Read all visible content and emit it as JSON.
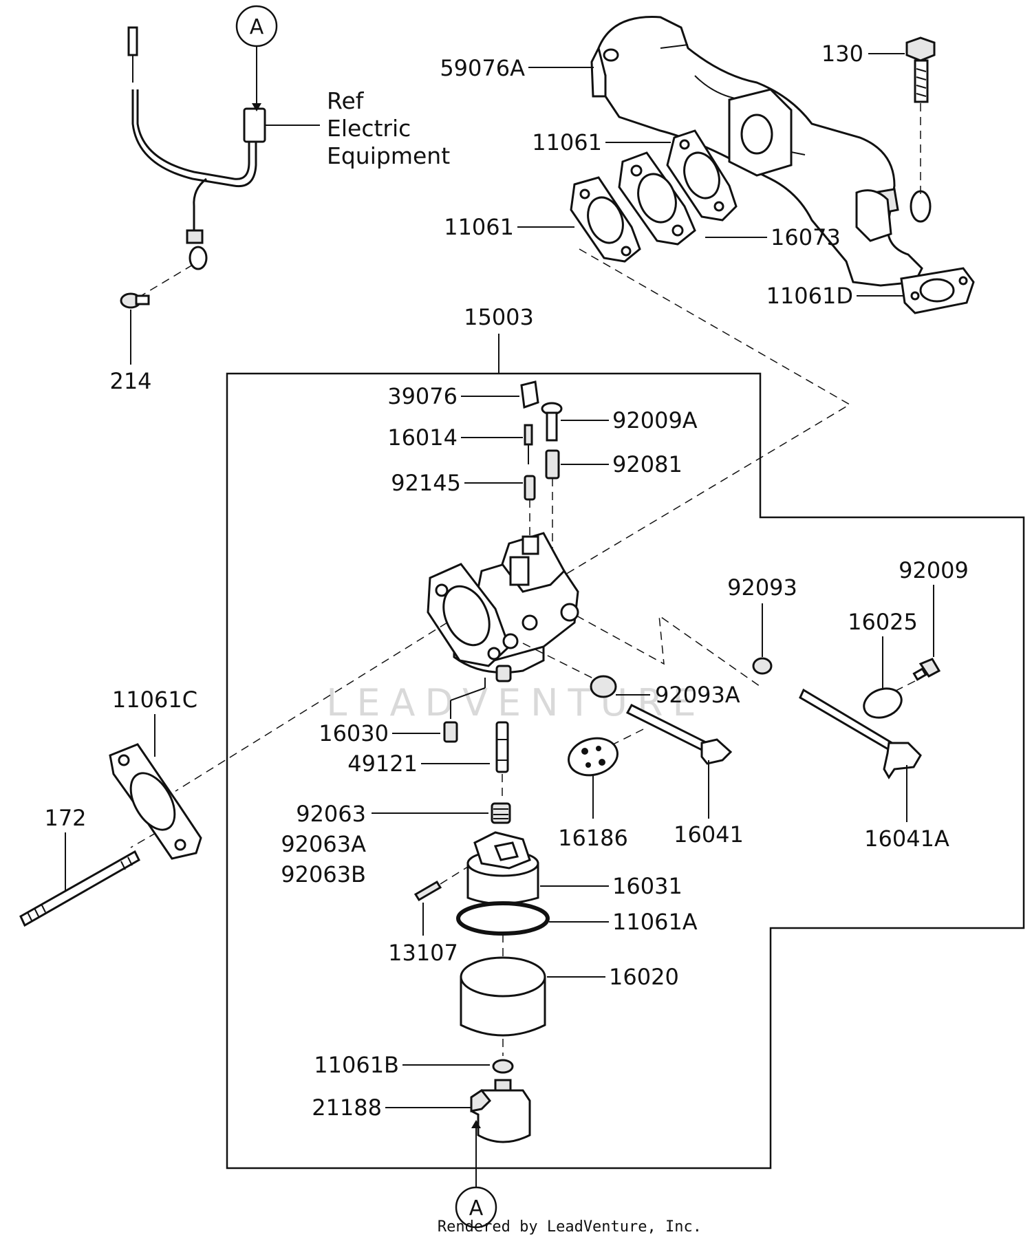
{
  "diagram": {
    "watermark": "LEADVENTURE",
    "credit": "Rendered by LeadVenture, Inc.",
    "ref_note": [
      "Ref",
      "Electric",
      "Equipment"
    ],
    "callout_marker": "A",
    "assembly_label": "15003",
    "parts": {
      "p59076A": "59076A",
      "p130": "130",
      "p11061_top": "11061",
      "p11061_mid": "11061",
      "p16073": "16073",
      "p11061D": "11061D",
      "p214": "214",
      "p39076": "39076",
      "p92009A": "92009A",
      "p16014": "16014",
      "p92081": "92081",
      "p92145": "92145",
      "p92093": "92093",
      "p92009": "92009",
      "p16025": "16025",
      "p11061C": "11061C",
      "p92093A": "92093A",
      "p16030": "16030",
      "p49121": "49121",
      "p172": "172",
      "p92063": "92063",
      "p92063A": "92063A",
      "p92063B": "92063B",
      "p16186": "16186",
      "p16041": "16041",
      "p16041A": "16041A",
      "p16031": "16031",
      "p11061A": "11061A",
      "p13107": "13107",
      "p16020": "16020",
      "p11061B": "11061B",
      "p21188": "21188"
    }
  }
}
